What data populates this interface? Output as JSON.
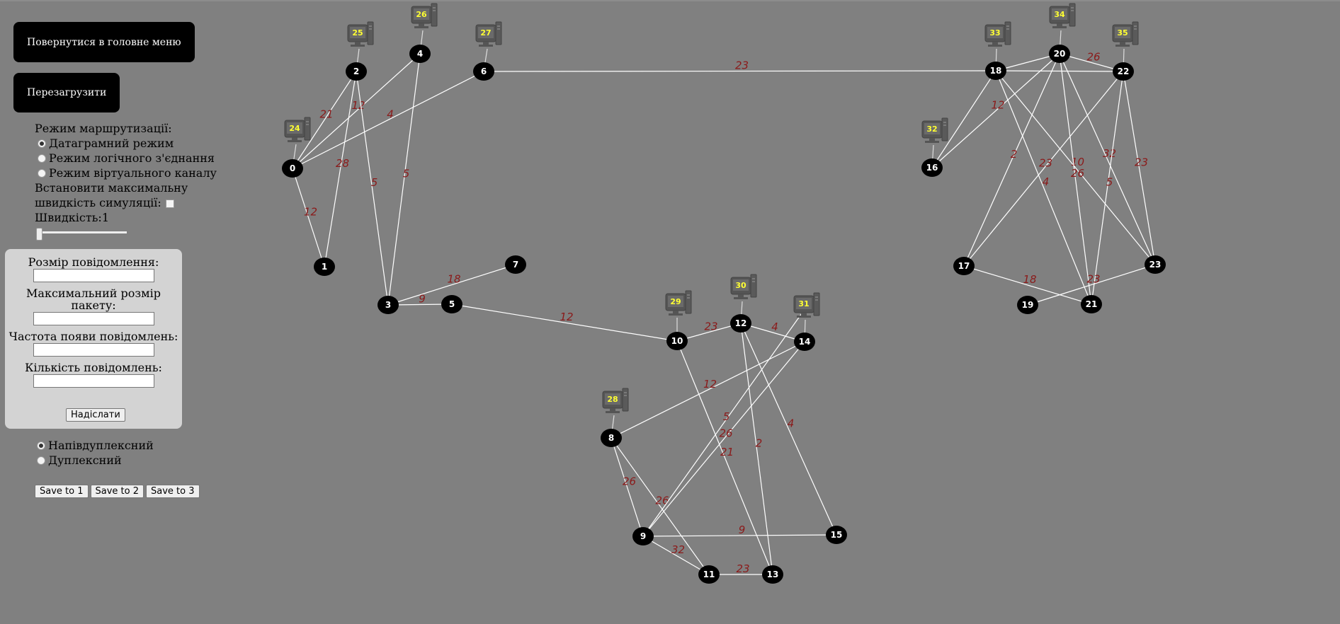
{
  "buttons": {
    "main_menu": "Повернутися в головне меню",
    "reload": "Перезагрузити"
  },
  "routing": {
    "title": "Режим маршрутизації:",
    "modes": [
      {
        "label": "Датаграмний режим",
        "checked": true
      },
      {
        "label": "Режим логічного з'єднання",
        "checked": false
      },
      {
        "label": "Режим віртуального каналу",
        "checked": false
      }
    ],
    "max_speed_line1": "Встановити максимальну",
    "max_speed_line2": "швидкість симуляції:",
    "max_speed_checked": false,
    "speed_label": "Швидкість:1",
    "speed_value": 1
  },
  "form": {
    "message_size_label": "Розмір повідомлення:",
    "message_size_value": "",
    "max_packet_label": "Максимальний розмір пакету:",
    "max_packet_value": "",
    "frequency_label": "Частота появи повідомлень:",
    "frequency_value": "",
    "count_label": "Кількість повідомлень:",
    "count_value": "",
    "send_button": "Надіслати"
  },
  "duplex": {
    "half": "Напівдуплексний",
    "full": "Дуплексний",
    "selected": "half"
  },
  "save_buttons": [
    "Save to 1",
    "Save to 2",
    "Save to 3"
  ],
  "colors": {
    "background": "#808080",
    "node": "#000000",
    "edge": "#ffffff",
    "weight_label": "#8b1a1a",
    "pc_label": "#ffff33",
    "panel": "#d3d3d3"
  },
  "network": {
    "nodes": [
      "0",
      "1",
      "2",
      "3",
      "4",
      "5",
      "6",
      "7",
      "8",
      "9",
      "10",
      "11",
      "12",
      "13",
      "14",
      "15",
      "16",
      "17",
      "18",
      "19",
      "20",
      "21",
      "22",
      "23"
    ],
    "edges": [
      {
        "a": 0,
        "b": 1,
        "w": "12"
      },
      {
        "a": 0,
        "b": 2,
        "w": "21"
      },
      {
        "a": 0,
        "b": 4,
        "w": "12"
      },
      {
        "a": 0,
        "b": 6,
        "w": "4"
      },
      {
        "a": 1,
        "b": 2,
        "w": "28"
      },
      {
        "a": 2,
        "b": 3,
        "w": "5"
      },
      {
        "a": 4,
        "b": 3,
        "w": "5"
      },
      {
        "a": 3,
        "b": 7,
        "w": "18"
      },
      {
        "a": 3,
        "b": 5,
        "w": "9"
      },
      {
        "a": 5,
        "b": 10,
        "w": "12"
      },
      {
        "a": 6,
        "b": 18,
        "w": "23"
      },
      {
        "a": 10,
        "b": 12,
        "w": "23"
      },
      {
        "a": 12,
        "b": 14,
        "w": "4"
      },
      {
        "a": 8,
        "b": 14,
        "w": "12"
      },
      {
        "a": 10,
        "b": 13,
        "w": "21"
      },
      {
        "a": 12,
        "b": 13,
        "w": "2"
      },
      {
        "a": 12,
        "b": 15,
        "w": "4"
      },
      {
        "a": 9,
        "b": 14,
        "w": "26"
      },
      {
        "a": 8,
        "b": 9,
        "w": "26"
      },
      {
        "a": 8,
        "b": 11,
        "w": "26"
      },
      {
        "a": 9,
        "b": 15,
        "w": "9"
      },
      {
        "a": 9,
        "b": 11,
        "w": "32"
      },
      {
        "a": 11,
        "b": 13,
        "w": "23"
      },
      {
        "a": 9,
        "b": 31,
        "w": "5"
      },
      {
        "a": 16,
        "b": 18,
        "w": ""
      },
      {
        "a": 16,
        "b": 20,
        "w": "12"
      },
      {
        "a": 18,
        "b": 20,
        "w": ""
      },
      {
        "a": 18,
        "b": 22,
        "w": ""
      },
      {
        "a": 20,
        "b": 22,
        "w": "26"
      },
      {
        "a": 17,
        "b": 20,
        "w": "2"
      },
      {
        "a": 17,
        "b": 22,
        "w": "23"
      },
      {
        "a": 18,
        "b": 21,
        "w": "4"
      },
      {
        "a": 18,
        "b": 23,
        "w": "10"
      },
      {
        "a": 20,
        "b": 21,
        "w": "26"
      },
      {
        "a": 20,
        "b": 23,
        "w": "32"
      },
      {
        "a": 21,
        "b": 22,
        "w": "5"
      },
      {
        "a": 22,
        "b": 23,
        "w": "23"
      },
      {
        "a": 17,
        "b": 21,
        "w": "18"
      },
      {
        "a": 19,
        "b": 23,
        "w": "23"
      }
    ],
    "pcs": [
      "24",
      "25",
      "26",
      "27",
      "28",
      "29",
      "30",
      "31",
      "32",
      "33",
      "34",
      "35"
    ]
  }
}
